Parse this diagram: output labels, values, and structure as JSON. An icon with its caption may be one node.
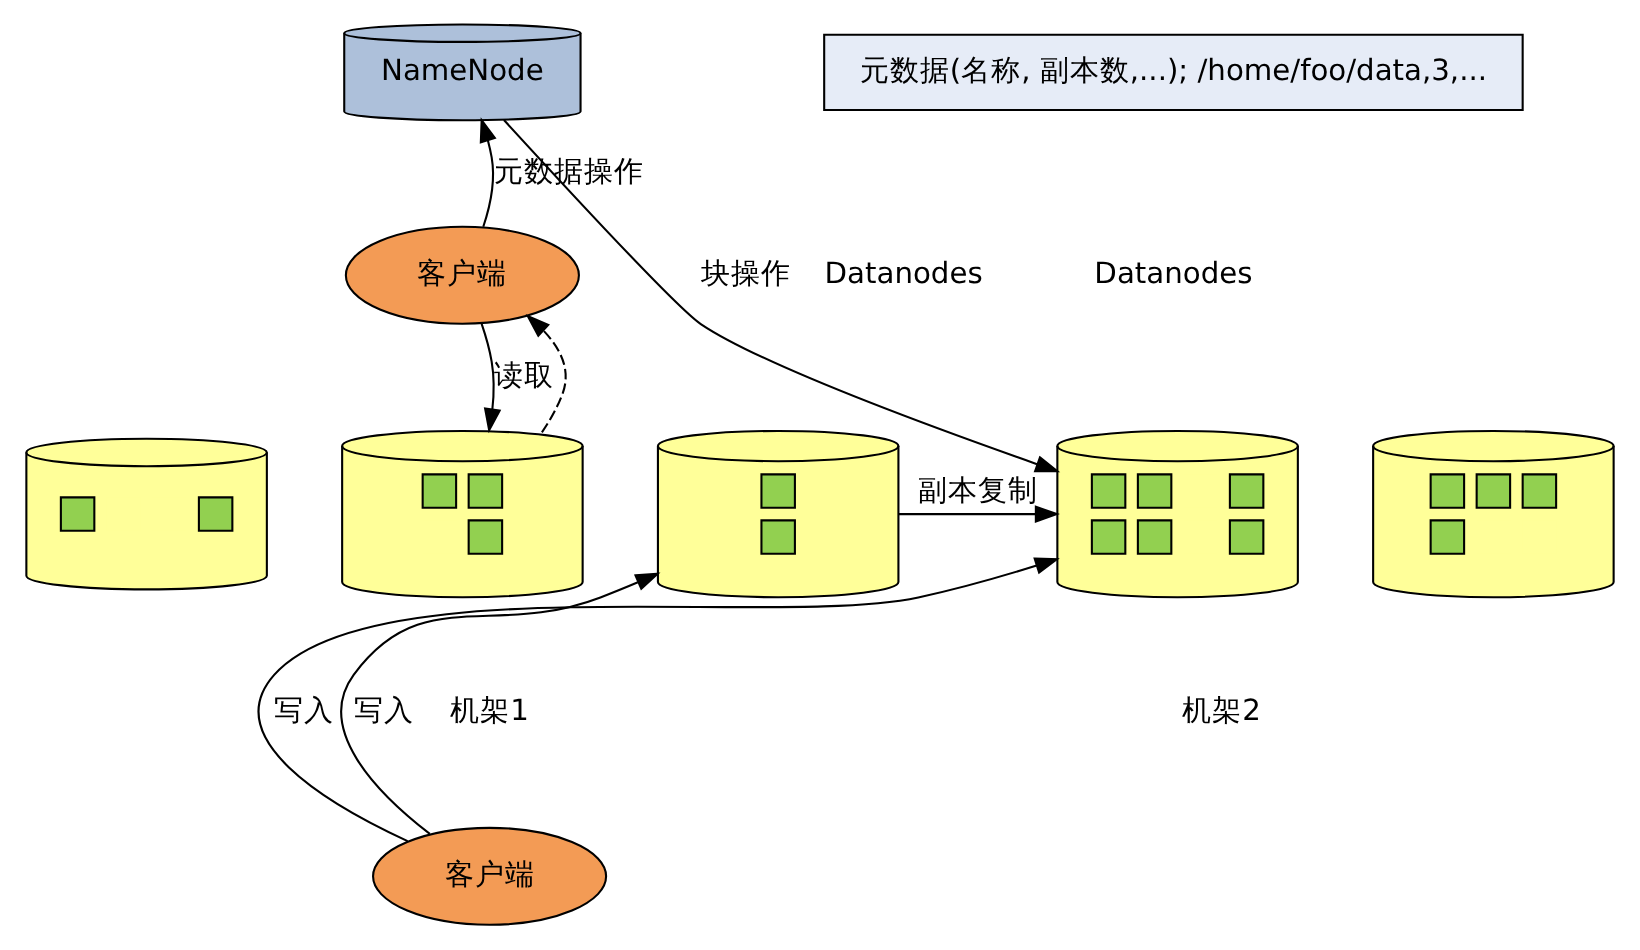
{
  "diagram": {
    "nodes": [
      {
        "text": [
          "NameNode"
        ]
      },
      {
        "text": [
          "元数据(名称, 副本数,...); /home/foo/data,3,..."
        ]
      },
      {
        "text": [
          "客户端"
        ]
      },
      {
        "text": [],
        "shape": "cylinder"
      },
      {
        "text": [],
        "shape": "cylinder"
      },
      {
        "text": [],
        "shape": "cylinder"
      },
      {
        "text": [],
        "shape": "cylinder"
      },
      {
        "text": [],
        "shape": "cylinder"
      },
      {
        "text": [
          "客户端"
        ]
      }
    ],
    "edges": [
      {
        "from": 2,
        "to": 0,
        "arrow": "to",
        "label": "元数据操作"
      },
      {
        "from": 0,
        "to": 6,
        "arrow": "to",
        "label": "块操作"
      },
      {
        "from": 2,
        "to": 4,
        "arrow": "to",
        "label": "读取"
      },
      {
        "from": 4,
        "to": 2,
        "arrow": "to",
        "style": "dashed"
      },
      {
        "from": 5,
        "to": 6,
        "arrow": "to",
        "label": "副本复制"
      },
      {
        "from": 8,
        "to": 5,
        "arrow": "to",
        "label": "写入"
      },
      {
        "from": 8,
        "to": 6,
        "arrow": "to",
        "label": "写入"
      }
    ],
    "labels": [
      "Datanodes",
      "Datanodes",
      "机架1",
      "机架2"
    ]
  }
}
